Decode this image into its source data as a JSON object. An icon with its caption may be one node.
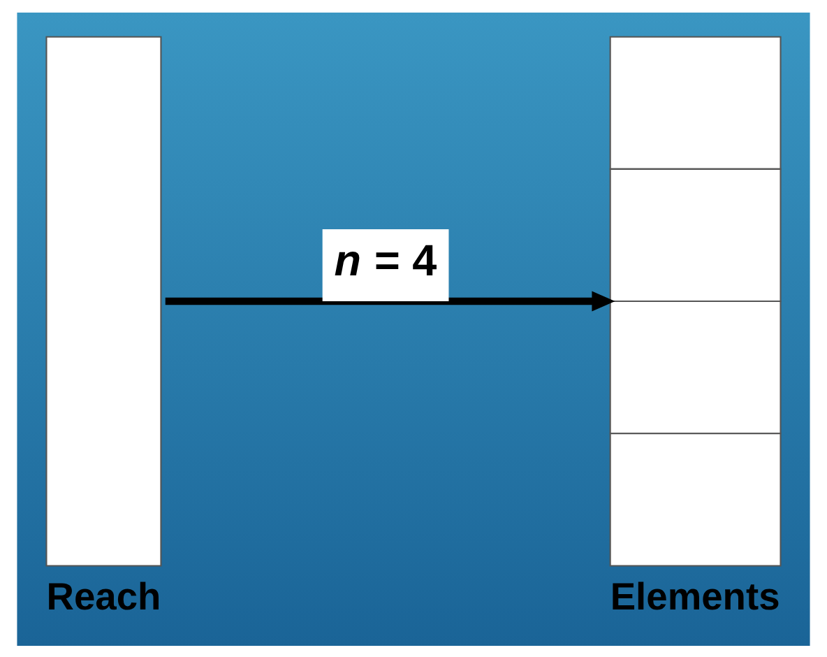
{
  "diagram": {
    "nodes": [
      {
        "text": [
          "Reach"
        ]
      },
      {
        "text": [
          "Elements"
        ]
      }
    ],
    "edges": [
      {
        "from": 0,
        "to": 1,
        "arrow": "to",
        "label": "*n* = 4"
      }
    ]
  }
}
